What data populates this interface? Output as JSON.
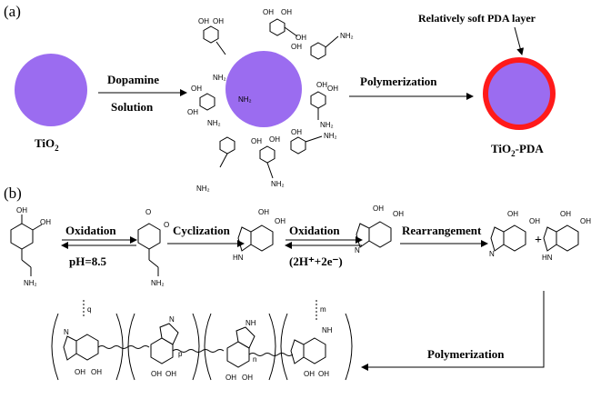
{
  "panel_a": {
    "label": "(a)",
    "tio2": "TiO",
    "tio2_sub": "2",
    "step1_line1": "Dopamine",
    "step1_line2": "Solution",
    "step2": "Polymerization",
    "product_pre": "TiO",
    "product_sub": "2",
    "product_post": "-PDA",
    "callout": "Relatively soft  PDA layer",
    "colors": {
      "tio2": "#9b6cf0",
      "pda": "#ff1a1a"
    }
  },
  "panel_b": {
    "label": "(b)",
    "oxidation1": "Oxidation",
    "ph": "pH=8.5",
    "cyclization": "Cyclization",
    "oxidation2": "Oxidation",
    "electrons": "(2H⁺+2e⁻)",
    "rearrangement": "Rearrangement",
    "plus": "+",
    "polymerization": "Polymerization",
    "repeat_labels": {
      "q": "q",
      "p": "p",
      "n": "n",
      "m": "m"
    }
  },
  "chem": {
    "oh": "OH",
    "o": "O",
    "nh2": "NH₂",
    "nh": "NH",
    "hn": "HN",
    "n": "N",
    "nh_dot": "NH"
  }
}
